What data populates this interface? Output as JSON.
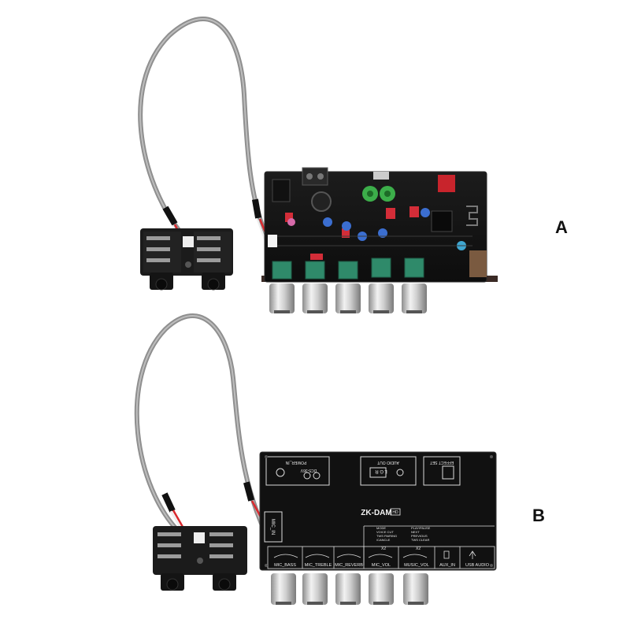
{
  "labels": {
    "a": "A",
    "b": "B"
  },
  "board_b": {
    "title": "ZK-DAM",
    "badge": "HD",
    "top_labels": {
      "power": "POWER_IN",
      "power_sub": "DC5-36V",
      "audio_out": "AUDIO OUT",
      "audio_out_sub": "L G R",
      "effect_set": "EFFECT SET"
    },
    "mic_in": "MIC_IN",
    "knob_labels": [
      "MIC_BASS",
      "MIC_TREBLE",
      "MIC_REVERB",
      "MIC_VOL",
      "MUSIC_VOL",
      "AUX_IN",
      "USB AUDIO"
    ],
    "mode_labels": [
      "MODE",
      "VOICE CUT",
      "TWS PAIRING",
      "/CANCLE",
      "PLAY/PAUSE",
      "NEXT",
      "PREVIOUS",
      "TWS CLEAR"
    ],
    "vol_marks": [
      "X2",
      "X2"
    ]
  },
  "colors": {
    "pcb": "#151515",
    "pot_green": "#2f8a6a",
    "knob_chrome": "#c8c8c8",
    "cable": "#9a9a9a",
    "jack_black": "#1a1a1a"
  }
}
